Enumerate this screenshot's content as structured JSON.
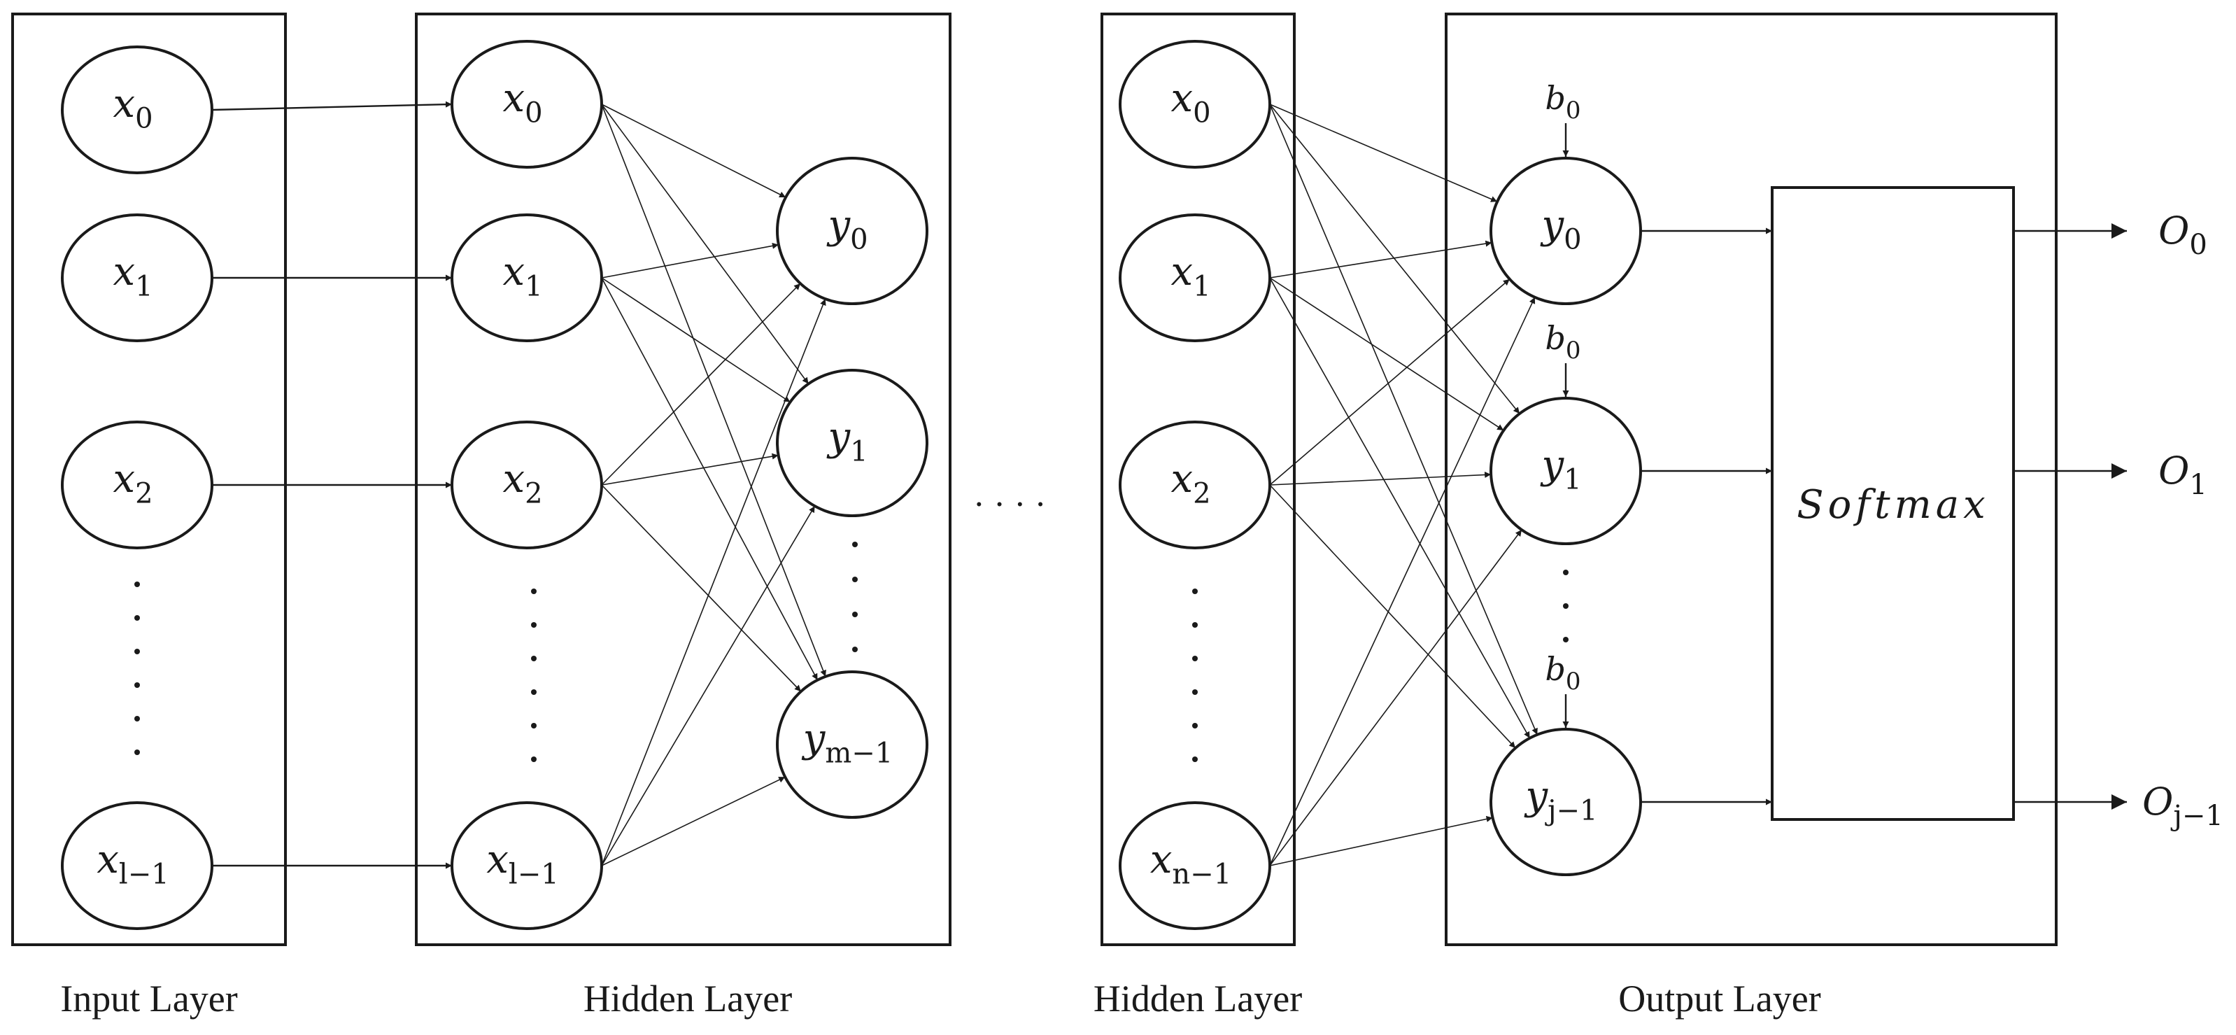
{
  "layers": [
    {
      "id": "input",
      "caption": "Input Layer",
      "nodes": [
        {
          "base": "x",
          "sub": "0"
        },
        {
          "base": "x",
          "sub": "1"
        },
        {
          "base": "x",
          "sub": "2"
        },
        {
          "base": "x",
          "sub": "l−1"
        }
      ]
    },
    {
      "id": "hidden1_in",
      "caption": "Hidden Layer",
      "nodes": [
        {
          "base": "x",
          "sub": "0"
        },
        {
          "base": "x",
          "sub": "1"
        },
        {
          "base": "x",
          "sub": "2"
        },
        {
          "base": "x",
          "sub": "l−1"
        }
      ]
    },
    {
      "id": "hidden1_out",
      "nodes": [
        {
          "base": "y",
          "sub": "0"
        },
        {
          "base": "y",
          "sub": "1"
        },
        {
          "base": "y",
          "sub": "m−1"
        }
      ]
    },
    {
      "id": "hidden2",
      "caption": "Hidden Layer",
      "nodes": [
        {
          "base": "x",
          "sub": "0"
        },
        {
          "base": "x",
          "sub": "1"
        },
        {
          "base": "x",
          "sub": "2"
        },
        {
          "base": "x",
          "sub": "n−1"
        }
      ]
    },
    {
      "id": "output",
      "caption": "Output Layer",
      "nodes": [
        {
          "base": "y",
          "sub": "0"
        },
        {
          "base": "y",
          "sub": "1"
        },
        {
          "base": "y",
          "sub": "j−1"
        }
      ]
    }
  ],
  "bias": [
    {
      "base": "b",
      "sub": "0"
    },
    {
      "base": "b",
      "sub": "0"
    },
    {
      "base": "b",
      "sub": "0"
    }
  ],
  "softmax_label": "Softmax",
  "outputs": [
    {
      "base": "O",
      "sub": "0"
    },
    {
      "base": "O",
      "sub": "1"
    },
    {
      "base": "O",
      "sub": "j−1"
    }
  ],
  "ellipsis": ". . . ."
}
